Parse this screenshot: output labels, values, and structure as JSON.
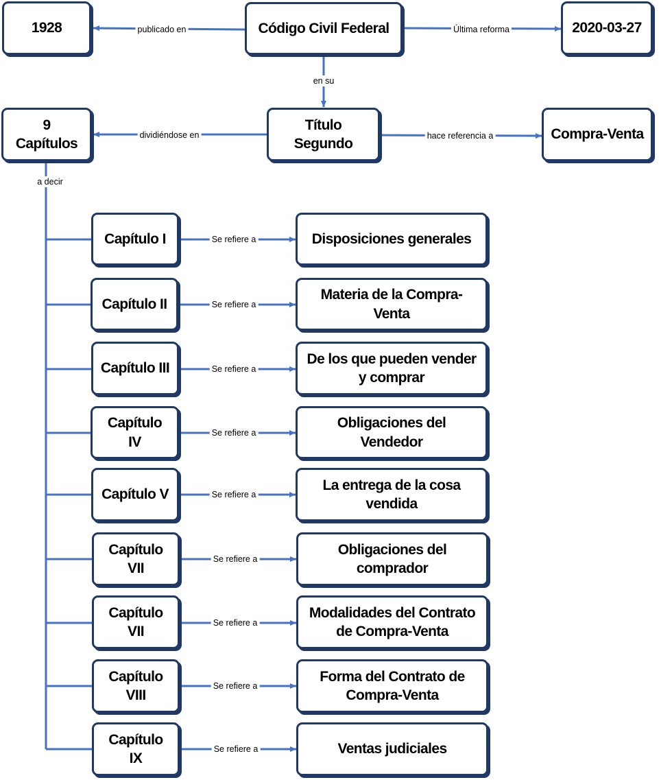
{
  "nodes": {
    "year": "1928",
    "codigo": "Código Civil Federal",
    "reform_date": "2020-03-27",
    "capitulos": "9 Capítulos",
    "titulo": "Título Segundo",
    "compraventa": "Compra-Venta"
  },
  "edges": {
    "published": "publicado en",
    "reform": "Última reforma",
    "en_su": "en su",
    "dividing": "dividiéndose en",
    "refers": "hace referencia a",
    "a_decir": "a decir",
    "se_refiere": "Se refiere a"
  },
  "chapters": [
    {
      "name": "Capítulo I",
      "topic": "Disposiciones generales"
    },
    {
      "name": "Capítulo II",
      "topic": "Materia de la Compra-Venta"
    },
    {
      "name": "Capítulo III",
      "topic": "De los que pueden vender y comprar"
    },
    {
      "name": "Capítulo IV",
      "topic": "Obligaciones del Vendedor"
    },
    {
      "name": "Capítulo V",
      "topic": "La entrega de la cosa vendida"
    },
    {
      "name": "Capítulo VII",
      "topic": "Obligaciones del comprador"
    },
    {
      "name": "Capítulo VII",
      "topic": "Modalidades del Contrato de Compra-Venta"
    },
    {
      "name": "Capítulo VIII",
      "topic": "Forma del Contrato de Compra-Venta"
    },
    {
      "name": "Capítulo IX",
      "topic": "Ventas judiciales"
    }
  ],
  "colors": {
    "border": "#203864",
    "connector": "#4472C4"
  }
}
